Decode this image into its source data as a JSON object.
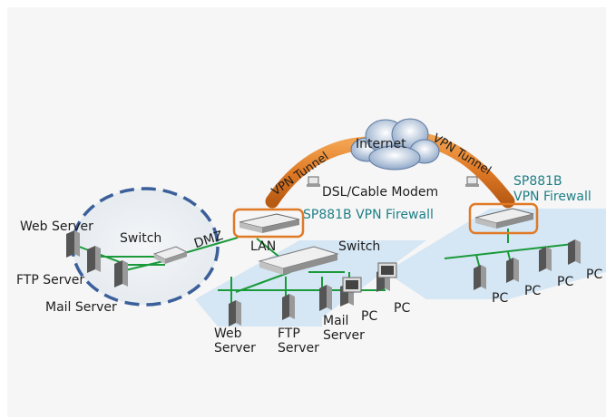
{
  "diagram": {
    "internet": "Internet",
    "vpn_tunnel_left": "VPN Tunnel",
    "vpn_tunnel_right": "VPN Tunnel",
    "modem": "DSL/Cable Modem",
    "fw_left": "SP881B VPN Firewall",
    "fw_right_line1": "SP881B",
    "fw_right_line2": "VPN Firewall",
    "dmz": "DMZ",
    "lan": "LAN",
    "switch_dmz": "Switch",
    "switch_lan": "Switch",
    "dmz_web": "Web Server",
    "dmz_ftp": "FTP Server",
    "dmz_mail": "Mail Server",
    "lan_web_1": "Web",
    "lan_web_2": "Server",
    "lan_ftp_1": "FTP",
    "lan_ftp_2": "Server",
    "lan_mail_1": "Mail",
    "lan_mail_2": "Server",
    "lan_pc_1": "PC",
    "lan_pc_2": "PC",
    "rpc_1": "PC",
    "rpc_2": "PC",
    "rpc_3": "PC",
    "rpc_4": "PC"
  },
  "colors": {
    "tunnel": "#e07a26",
    "link": "#1a9a3a",
    "dmz_ring": "#3a5f9a",
    "lan_area": "#cfe3f3",
    "text_teal": "#1f7f86"
  }
}
